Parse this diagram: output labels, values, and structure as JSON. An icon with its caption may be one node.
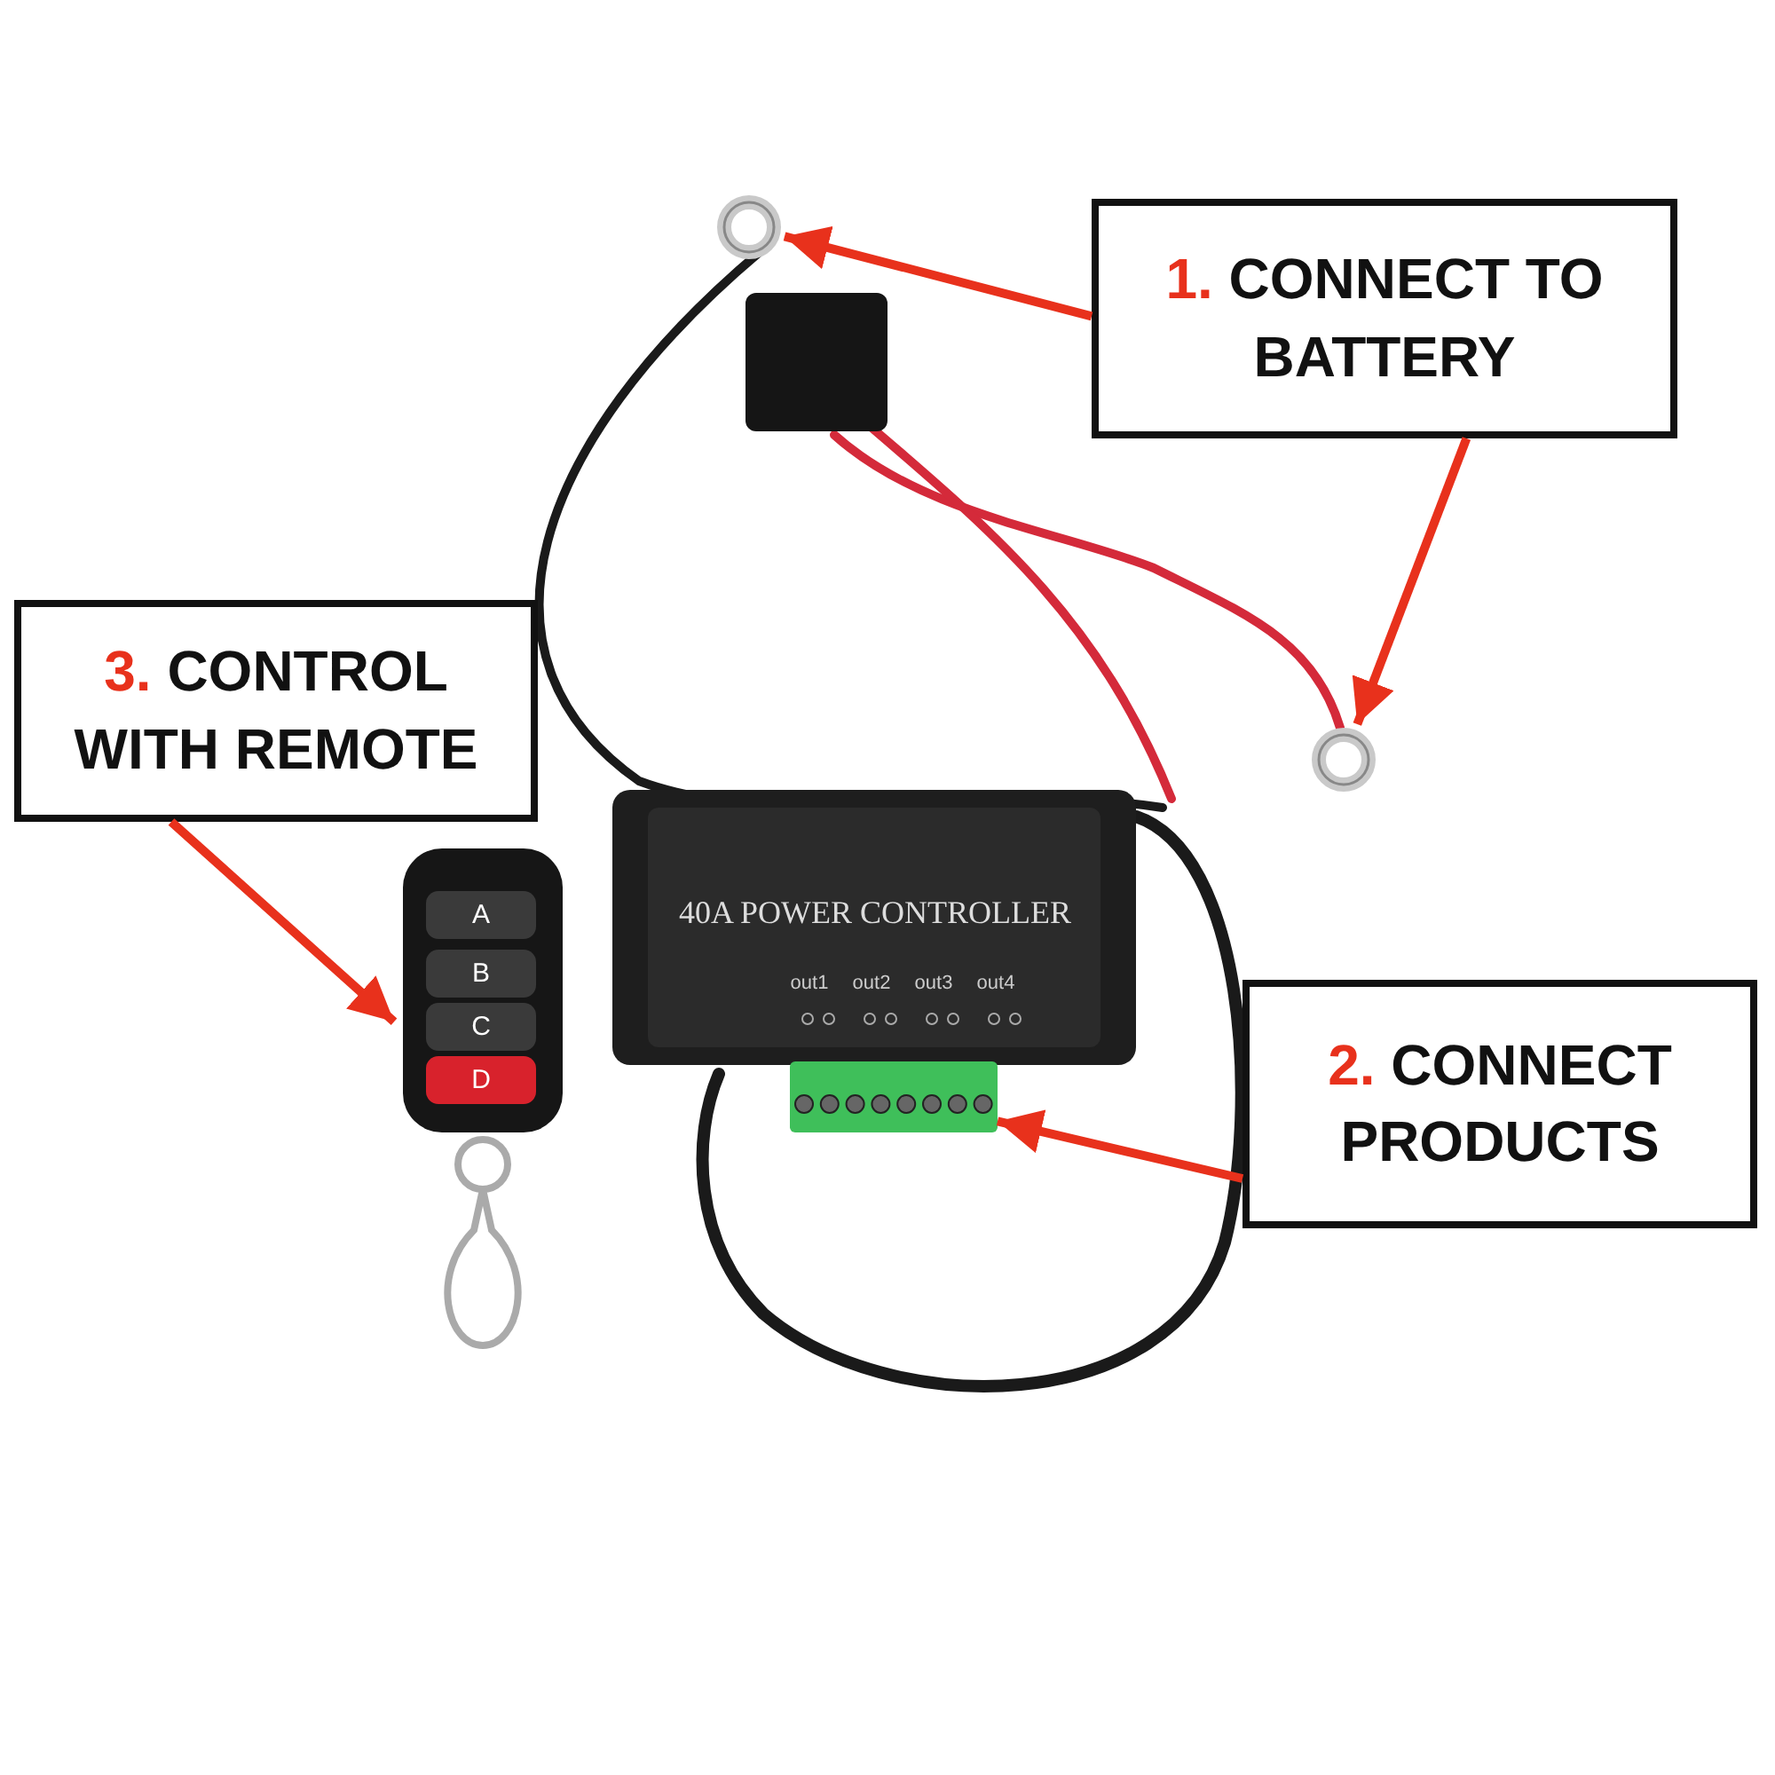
{
  "diagram": {
    "nodes": [
      {
        "text": [
          "1. CONNECT TO BATTERY"
        ]
      },
      {
        "text": [],
        "shape": "circle"
      },
      {
        "text": [],
        "shape": "circle"
      },
      {
        "text": [
          "3. CONTROL WITH REMOTE"
        ]
      },
      {
        "text": [],
        "shape": "picture"
      },
      {
        "text": [
          "2. CONNECT PRODUCTS"
        ]
      },
      {
        "text": [],
        "shape": "picture"
      }
    ],
    "edges": [
      {
        "from": 0,
        "to": 1,
        "arrow": "to"
      },
      {
        "from": 0,
        "to": 2,
        "arrow": "to"
      },
      {
        "from": 5,
        "to": 6,
        "arrow": "to"
      },
      {
        "from": 3,
        "to": 4,
        "arrow": "to"
      }
    ],
    "labels": [
      "40A POWER CONTROLLER",
      "out1",
      "out2",
      "out3",
      "out4",
      "A",
      "B",
      "C",
      "D"
    ]
  }
}
